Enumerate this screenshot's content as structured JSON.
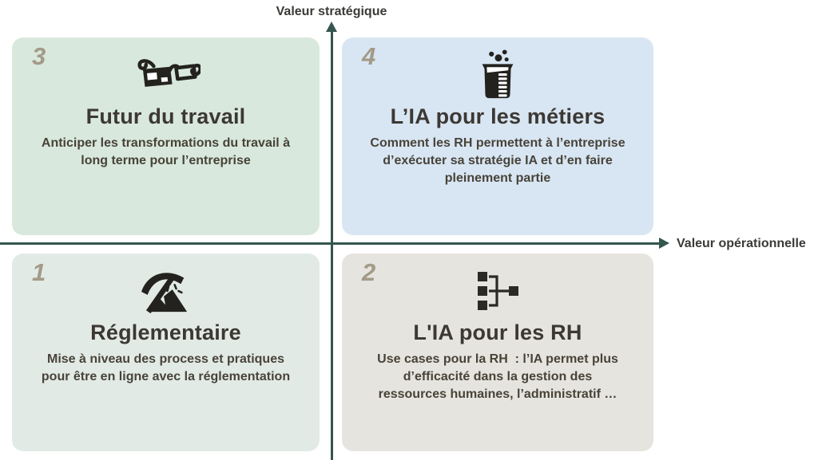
{
  "axes": {
    "vertical_label": "Valeur stratégique",
    "horizontal_label": "Valeur opérationnelle",
    "axis_color": "#34564e"
  },
  "quadrants": [
    {
      "number": "3",
      "position": "top-left",
      "icon": "3d-glasses-icon",
      "title": "Futur du travail",
      "description": [
        "Anticiper les transformations du travail à",
        "long terme pour l’entreprise"
      ],
      "bg": "#d9e8dc"
    },
    {
      "number": "4",
      "position": "top-right",
      "icon": "beaker-icon",
      "title": "L’IA pour les métiers",
      "description": [
        "Comment les RH permettent à l’entreprise",
        "d’exécuter sa stratégie IA et d’en faire",
        "pleinement partie"
      ],
      "bg": "#d8e6f3"
    },
    {
      "number": "1",
      "position": "bottom-left",
      "icon": "pickaxe-icon",
      "title": "Réglementaire",
      "description": [
        "Mise à niveau des process et pratiques",
        "pour être en ligne avec la réglementation"
      ],
      "bg": "#e2eae5"
    },
    {
      "number": "2",
      "position": "bottom-right",
      "icon": "org-tree-icon",
      "title": "L'IA pour les RH",
      "description": [
        "Use cases pour la RH  : l’IA permet plus",
        "d’efficacité dans la gestion des",
        "ressources humaines, l’administratif …"
      ],
      "bg": "#e6e4de"
    }
  ],
  "colors": {
    "number": "#a39a88",
    "title": "#3c3833",
    "body": "#484339",
    "axis_label": "#3a3a37",
    "icon": "#23221f"
  }
}
